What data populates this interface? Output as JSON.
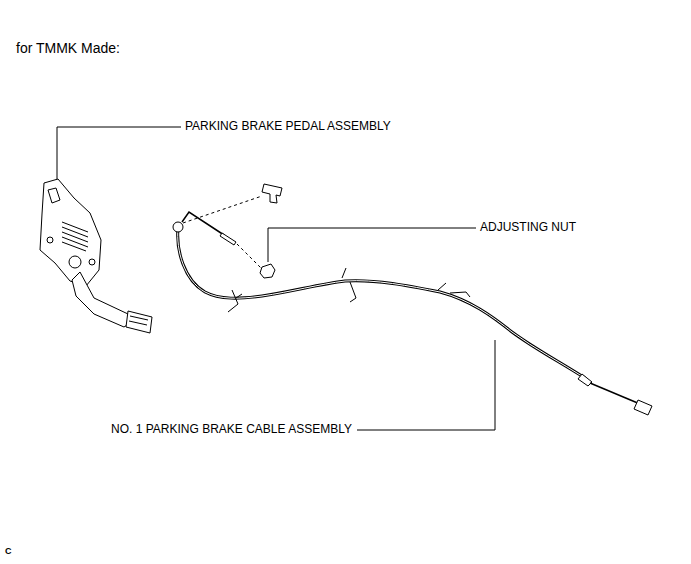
{
  "diagram": {
    "title": "for TMMK Made:",
    "labels": [
      "PARKING BRAKE PEDAL ASSEMBLY",
      "ADJUSTING NUT",
      "NO. 1 PARKING BRAKE CABLE ASSEMBLY",
      "C"
    ]
  }
}
